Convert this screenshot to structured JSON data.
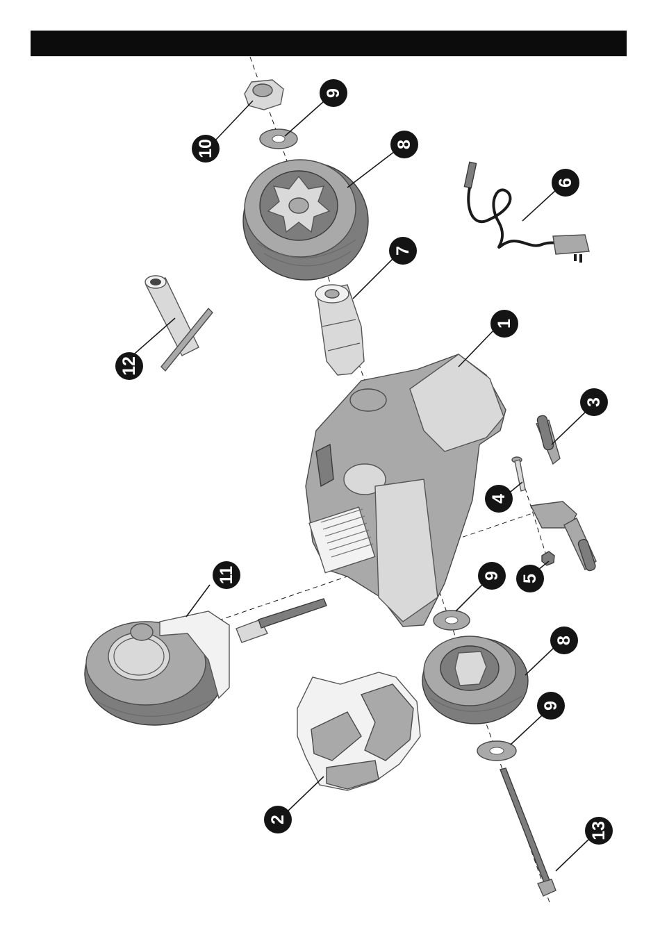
{
  "header": {
    "bar_color": "#0c0c0c",
    "text": ""
  },
  "callouts": [
    {
      "id": "part-1",
      "label": "1"
    },
    {
      "id": "part-2",
      "label": "2"
    },
    {
      "id": "part-3",
      "label": "3"
    },
    {
      "id": "part-4",
      "label": "4"
    },
    {
      "id": "part-5",
      "label": "5"
    },
    {
      "id": "part-6",
      "label": "6"
    },
    {
      "id": "part-7",
      "label": "7"
    },
    {
      "id": "part-8-top",
      "label": "8"
    },
    {
      "id": "part-8-bottom",
      "label": "8"
    },
    {
      "id": "part-9-top",
      "label": "9"
    },
    {
      "id": "part-9-middle",
      "label": "9"
    },
    {
      "id": "part-9-bottom",
      "label": "9"
    },
    {
      "id": "part-10",
      "label": "10"
    },
    {
      "id": "part-11",
      "label": "11"
    },
    {
      "id": "part-12",
      "label": "12"
    },
    {
      "id": "part-13",
      "label": "13"
    }
  ]
}
